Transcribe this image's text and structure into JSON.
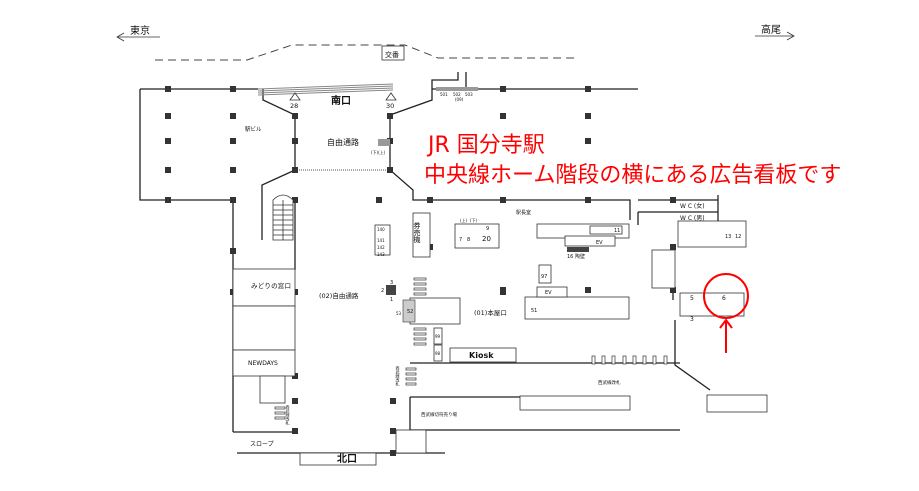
{
  "directions": {
    "left": "東京",
    "right": "高尾"
  },
  "labels": {
    "koban": "交番",
    "south_exit": "南口",
    "north_exit": "北口",
    "station_building": "駅ビル",
    "free_passage": "自由通路",
    "free_passage_02": "(02)自由通路",
    "main_exit_01": "(01)本屋口",
    "ticket_machine": "券売機",
    "station_master": "駅長室",
    "midori": "みどりの窓口",
    "newdays": "NEWDAYS",
    "kiosk": "Kiosk",
    "slope": "スロープ",
    "seibu_gate": "西武線改札",
    "seibu_gate_v": "西武線改札",
    "seibu_gate_v2": "西武線改札",
    "seibu_tickets": "西武線切符売り場",
    "wc_female": "W C (女)",
    "wc_male": "W C (男)",
    "ev1": "EV",
    "ev2": "EV",
    "updown": "(下)(上)",
    "up": "(上)",
    "down": "(下)",
    "mural": "陶壁"
  },
  "numbers": {
    "n28": "28",
    "n30": "30",
    "n501": "501",
    "n502": "502",
    "n503": "503",
    "n09": "(09)",
    "n9": "9",
    "n20": "20",
    "n7": "7",
    "n8": "8",
    "n11": "11",
    "n16": "16",
    "n97": "97",
    "n140": "140",
    "n141": "141",
    "n142": "142",
    "n143": "143",
    "n13": "13",
    "n12": "12",
    "n5": "5",
    "n6": "6",
    "n3": "3",
    "n51": "51",
    "n52": "52",
    "n53": "53",
    "n98": "98",
    "n99": "99",
    "c1": "1",
    "c2": "2",
    "c3": "3"
  },
  "annotation": {
    "line1": "JR 国分寺駅",
    "line2": "中央線ホーム階段の横にある広告看板です",
    "color": "#ff0000"
  }
}
